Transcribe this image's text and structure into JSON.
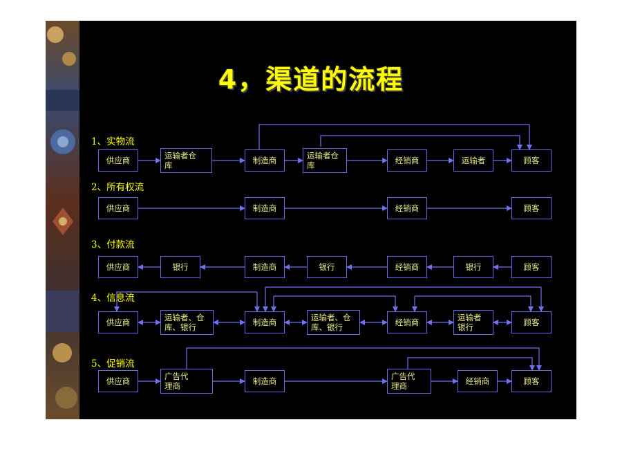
{
  "title": "4，渠道的流程",
  "rows": [
    {
      "label": "1、实物流",
      "boxes": [
        "供应商",
        "运输者仓\n库",
        "制造商",
        "运输者仓\n库",
        "经销商",
        "运输者",
        "顾客"
      ]
    },
    {
      "label": "2、所有权流",
      "boxes": [
        "供应商",
        "制造商",
        "经销商",
        "顾客"
      ]
    },
    {
      "label": "3、付款流",
      "boxes": [
        "供应商",
        "银行",
        "制造商",
        "银行",
        "经销商",
        "银行",
        "顾客"
      ]
    },
    {
      "label": "4、信息流",
      "boxes": [
        "供应商",
        "运输者、仓\n库、银行",
        "制造商",
        "运输者、仓\n库、银行",
        "经销商",
        "运输者\n银行",
        "顾客"
      ]
    },
    {
      "label": "5、促销流",
      "boxes": [
        "供应商",
        "广告代\n理商",
        "制造商",
        "广告代\n理商",
        "经销商",
        "顾客"
      ]
    }
  ],
  "colors": {
    "background": "#000000",
    "title": "#ffff00",
    "label": "#ffff00",
    "box_text": "#e8e88a",
    "line": "#7070f0"
  }
}
